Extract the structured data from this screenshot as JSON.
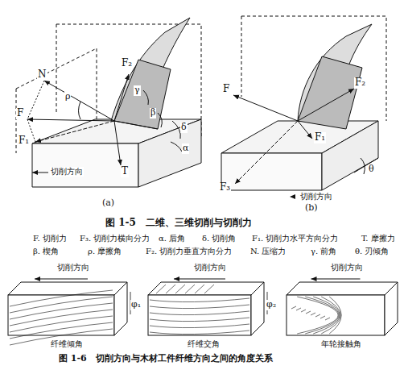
{
  "diagram": {
    "labels": [
      "N",
      "F",
      "ρ",
      "F₂",
      "γ",
      "β",
      "δ",
      "α",
      "F₁",
      "T",
      "切削方向",
      "(a)",
      "F",
      "F₂",
      "F₁",
      "F₃",
      "θ",
      "切削方向",
      "(b)",
      "图 1-5　二维、三维切削与切削力",
      "F. 切削力",
      "F₃. 切削力横向分力",
      "α. 后角",
      "δ. 切削角",
      "F₁. 切削力水平方向分力",
      "T. 摩擦力",
      "β. 楔角",
      "ρ. 摩擦角",
      "F₂. 切削力垂直方向分力",
      "N. 压缩力",
      "γ. 前角",
      "θ. 刃倾角",
      "切削方向",
      "φ₁",
      "纤维倾角",
      "切削方向",
      "φ₂",
      "纤维交角",
      "切削方向",
      "年轮接触角",
      "图 1-6　切削方向与木材工件纤维方向之间的角度关系"
    ]
  }
}
